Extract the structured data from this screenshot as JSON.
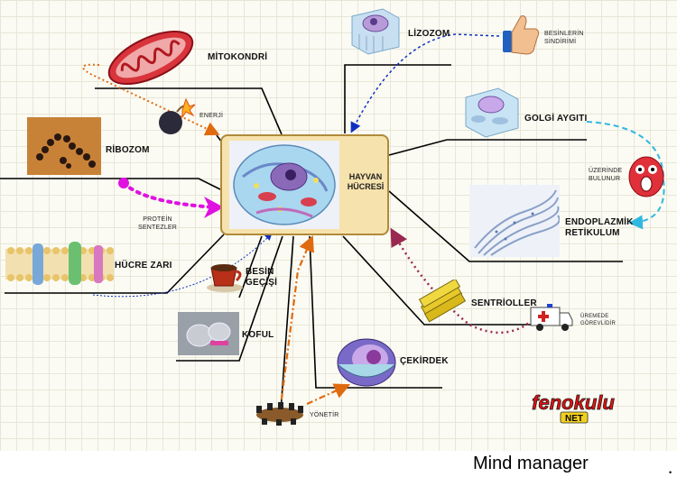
{
  "center": {
    "title_line1": "HAYVAN",
    "title_line2": "HÜCRESİ"
  },
  "nodes": {
    "mitokondri": "MİTOKONDRİ",
    "lizozom": "LİZOZOM",
    "golgi": "GOLGİ AYGITI",
    "endoplazmik_line1": "ENDOPLAZMİK",
    "endoplazmik_line2": "RETİKULUM",
    "ribozom": "RİBOZOM",
    "hucre_zari": "HÜCRE ZARI",
    "besin_line1": "BESİN",
    "besin_line2": "GEÇİŞİ",
    "koful": "KOFUL",
    "cekirdek": "ÇEKİRDEK",
    "sentrioller": "SENTRİOLLER"
  },
  "notes": {
    "besinlerin_line1": "BESİNLERİN",
    "besinlerin_line2": "SİNDİRİMİ",
    "enerji": "ENERJİ",
    "uzerinde_line1": "ÜZERİNDE",
    "uzerinde_line2": "BULUNUR",
    "protein_line1": "PROTEİN",
    "protein_line2": "SENTEZLER",
    "uremede_line1": "ÜREMEDE",
    "uremede_line2": "GÖREVLİDİR",
    "yonetir": "YÖNETİR"
  },
  "logo": {
    "line1": "fenokulu",
    "line2": "NET"
  },
  "footer": "Mind manager",
  "colors": {
    "center_fill": "#f6e2ac",
    "connector": "#000000",
    "orange_dots": "#e06a10",
    "magenta_dots": "#e010e0",
    "blue_dashes": "#1030c0",
    "cyan_dashes": "#30b8e0",
    "maroon_dots": "#9a2850"
  }
}
